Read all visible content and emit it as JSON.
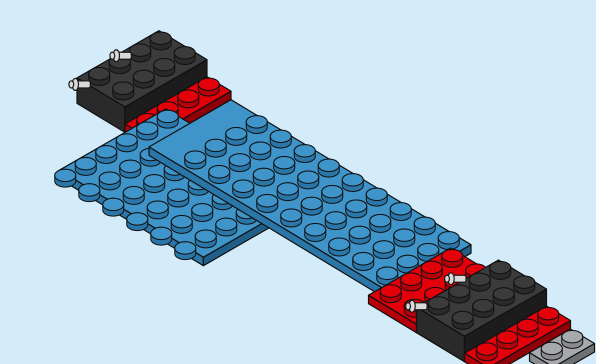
{
  "scene": {
    "type": "isometric-brick-build-step",
    "background": "#d4ecfa",
    "colors": {
      "blue": {
        "top": "#3f95c9",
        "left": "#2a76a8",
        "right": "#1f5f8a",
        "stud": "#3f95c9",
        "stud_side": "#2a76a8"
      },
      "red": {
        "top": "#e3000b",
        "left": "#b8000a",
        "right": "#8f0008",
        "stud": "#e3000b",
        "stud_side": "#b8000a"
      },
      "black": {
        "top": "#3b3b3b",
        "left": "#2a2a2a",
        "right": "#1c1c1c",
        "stud": "#3b3b3b",
        "stud_side": "#2a2a2a"
      },
      "grey": {
        "top": "#a7a9ac",
        "left": "#8a8c8e",
        "right": "#6e7073",
        "stud": "#a7a9ac",
        "stud_side": "#8a8c8e"
      },
      "axle": {
        "body": "#d9d9d9",
        "outline": "#1a1a1a"
      }
    },
    "parts": [
      {
        "name": "blue-base-plate",
        "color": "blue",
        "height": "plate",
        "studs": "4x12"
      },
      {
        "name": "blue-left-plate",
        "color": "blue",
        "height": "plate",
        "studs": "4x6"
      },
      {
        "name": "red-plate-back",
        "color": "red",
        "height": "plate",
        "studs": "1x4"
      },
      {
        "name": "red-plate-front",
        "color": "red",
        "height": "plate",
        "studs": "2x4"
      },
      {
        "name": "black-brick-back",
        "color": "black",
        "height": "brick",
        "studs": "2x4"
      },
      {
        "name": "black-brick-front",
        "color": "black",
        "height": "brick",
        "studs": "2x4"
      },
      {
        "name": "red-plate-front-lower",
        "color": "red",
        "height": "plate",
        "studs": "1x4"
      },
      {
        "name": "grey-plate-front",
        "color": "grey",
        "height": "plate",
        "studs": "1x2"
      },
      {
        "name": "axle-pin",
        "color": "axle",
        "count": 4
      }
    ]
  }
}
